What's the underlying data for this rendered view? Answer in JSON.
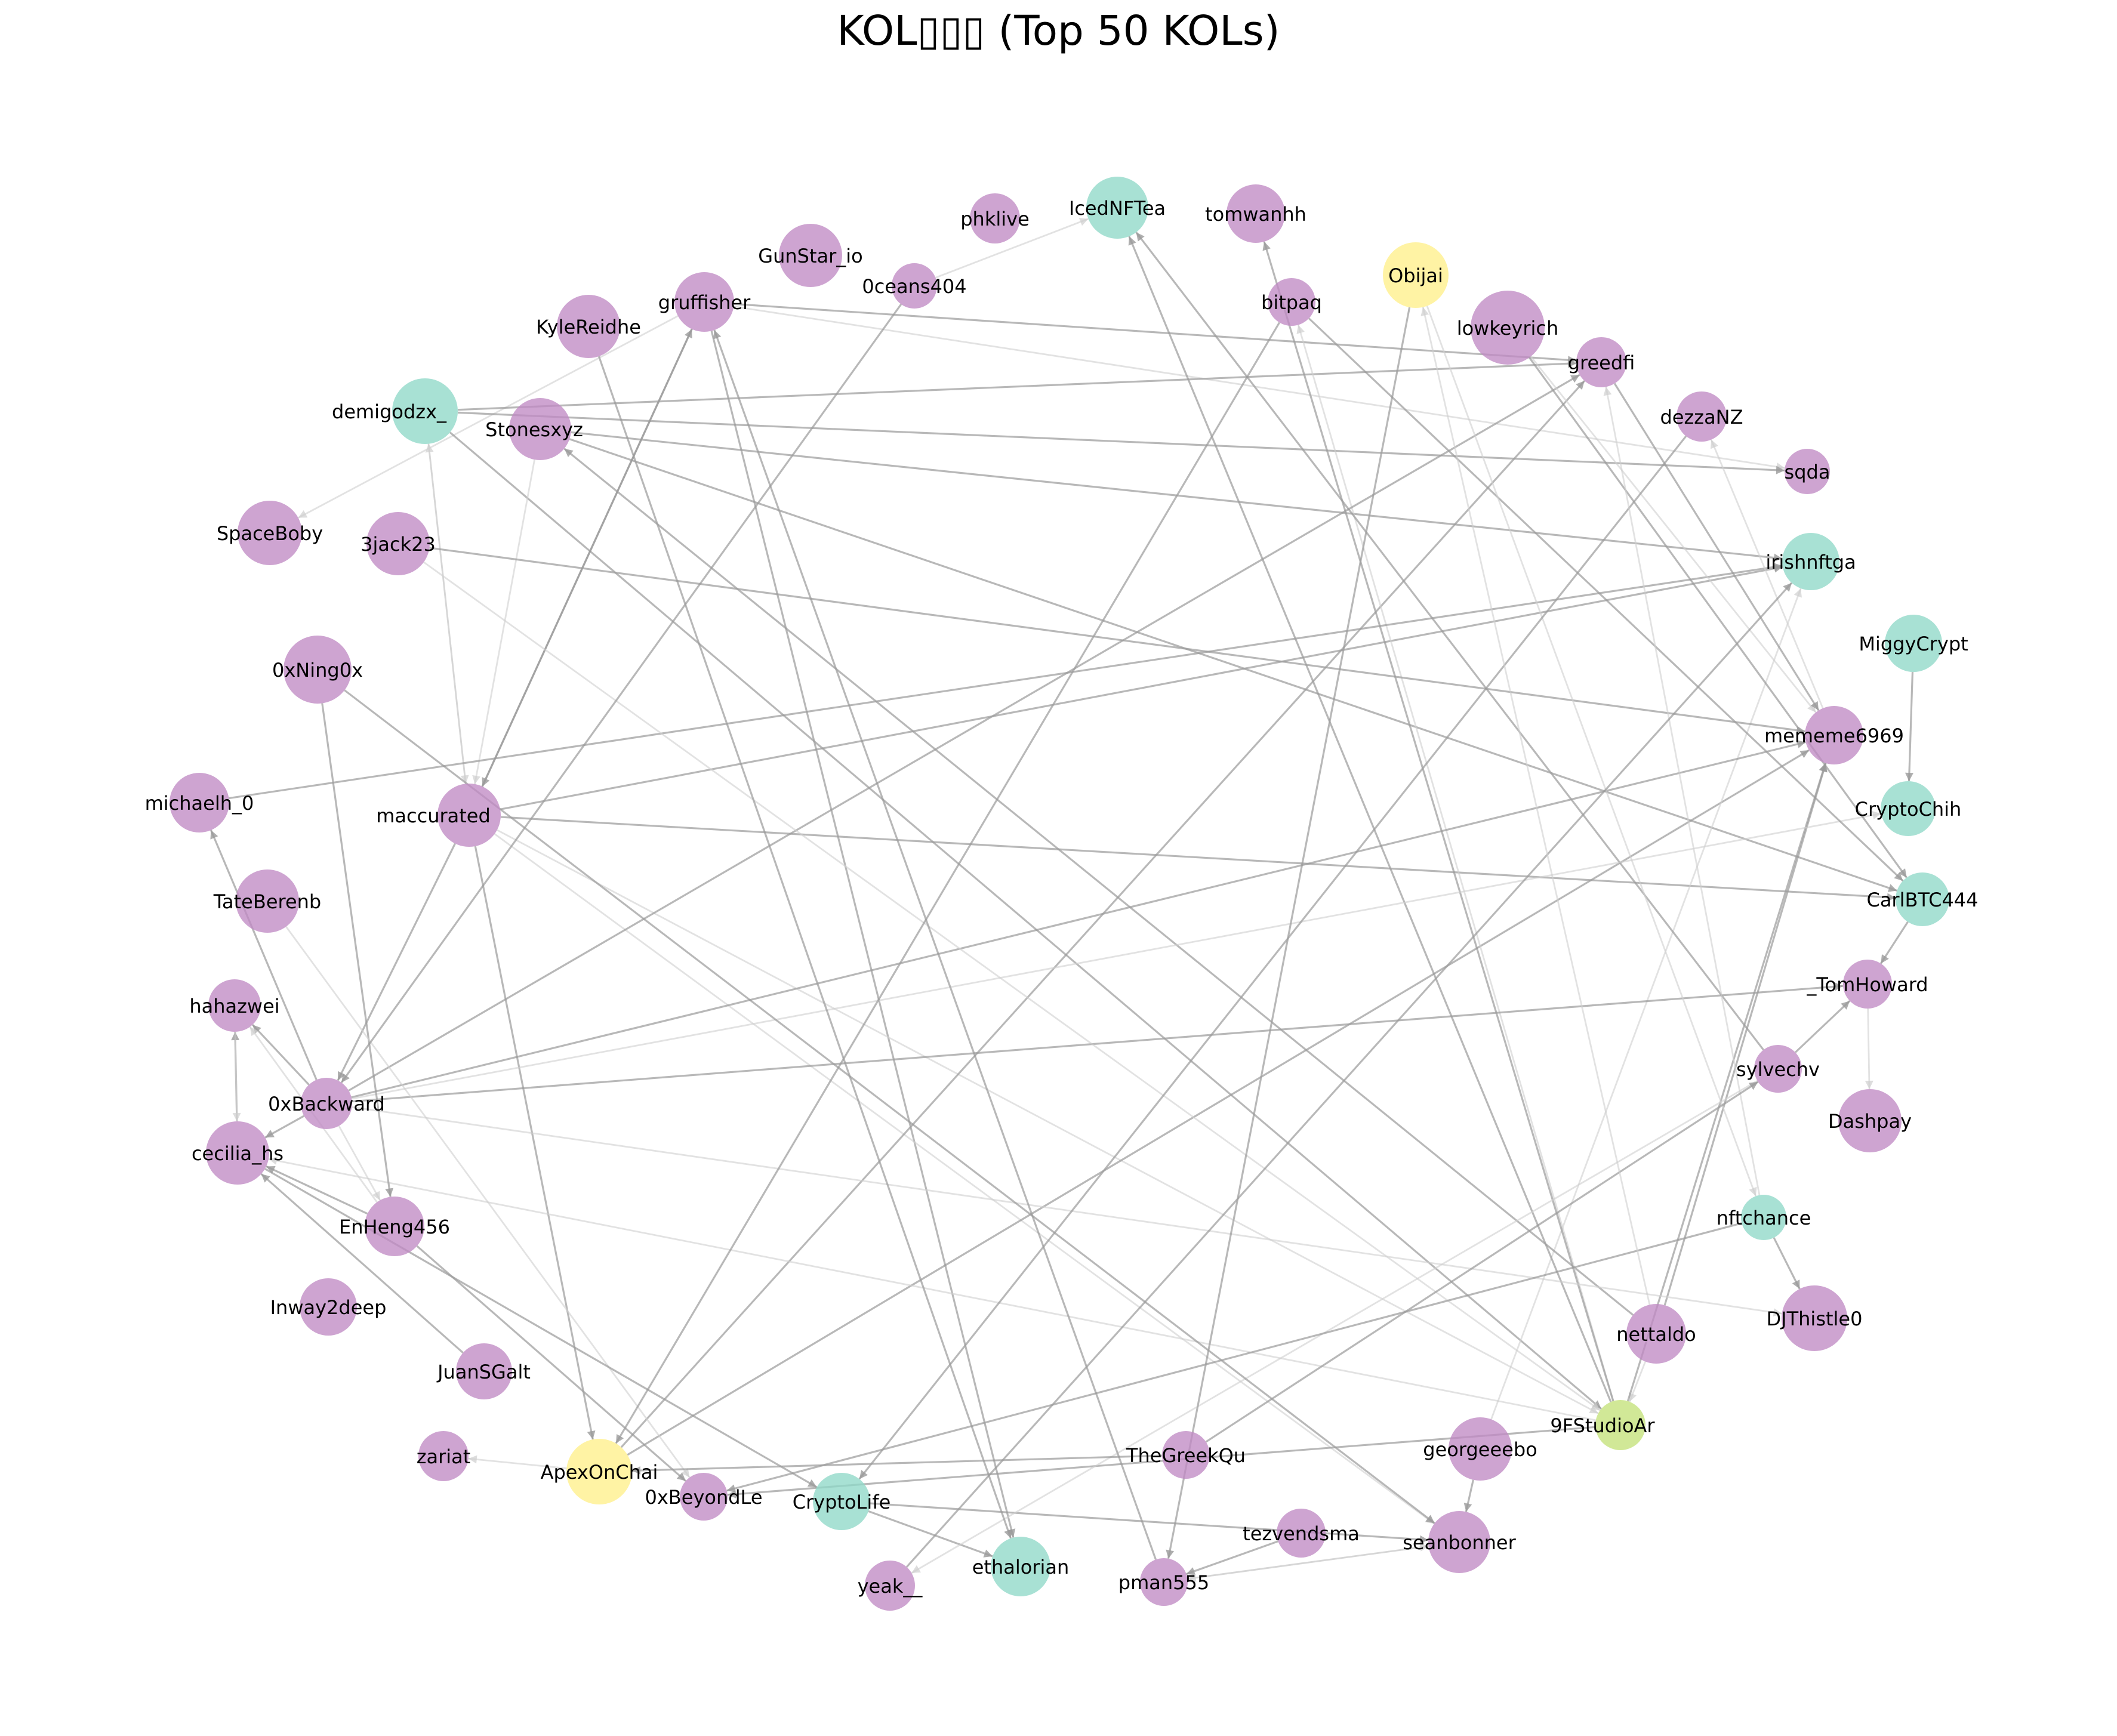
{
  "title": "KOL▯▯▯ (Top 50 KOLs)",
  "colors": {
    "purple": "#c08ac4",
    "teal": "#8fd8c8",
    "yellow": "#fff08a",
    "green": "#c4e27a",
    "edge_dark": "#9a9a9a",
    "edge_light": "#cfcfcf"
  },
  "nodes": [
    {
      "id": "phklive",
      "color": "purple"
    },
    {
      "id": "IcedNFTea",
      "color": "teal"
    },
    {
      "id": "tomwanhh",
      "color": "purple"
    },
    {
      "id": "GunStar_io",
      "color": "purple"
    },
    {
      "id": "0ceans404",
      "color": "purple"
    },
    {
      "id": "bitpaq",
      "color": "purple"
    },
    {
      "id": "Obijai",
      "color": "yellow"
    },
    {
      "id": "gruffisher",
      "color": "purple"
    },
    {
      "id": "KyleReidhe",
      "color": "purple"
    },
    {
      "id": "lowkeyrich",
      "color": "purple"
    },
    {
      "id": "greedfi",
      "color": "purple"
    },
    {
      "id": "demigodzx_",
      "color": "teal"
    },
    {
      "id": "Stonesxyz",
      "color": "purple"
    },
    {
      "id": "dezzaNZ",
      "color": "purple"
    },
    {
      "id": "sqda",
      "color": "purple"
    },
    {
      "id": "SpaceBoby",
      "color": "purple"
    },
    {
      "id": "3jack23",
      "color": "purple"
    },
    {
      "id": "irishnftga",
      "color": "teal"
    },
    {
      "id": "MiggyCrypt",
      "color": "teal"
    },
    {
      "id": "0xNing0x",
      "color": "purple"
    },
    {
      "id": "mememe6969",
      "color": "purple"
    },
    {
      "id": "michaelh_0",
      "color": "purple"
    },
    {
      "id": "maccurated",
      "color": "purple"
    },
    {
      "id": "CryptoChih",
      "color": "teal"
    },
    {
      "id": "TateBerenb",
      "color": "purple"
    },
    {
      "id": "CarlBTC444",
      "color": "teal"
    },
    {
      "id": "_TomHoward",
      "color": "purple"
    },
    {
      "id": "hahazwei",
      "color": "purple"
    },
    {
      "id": "0xBackward",
      "color": "purple"
    },
    {
      "id": "sylvechv",
      "color": "purple"
    },
    {
      "id": "Dashpay",
      "color": "purple"
    },
    {
      "id": "cecilia_hs",
      "color": "purple"
    },
    {
      "id": "nftchance",
      "color": "teal"
    },
    {
      "id": "EnHeng456",
      "color": "purple"
    },
    {
      "id": "DJThistle0",
      "color": "purple"
    },
    {
      "id": "Inway2deep",
      "color": "purple"
    },
    {
      "id": "nettaldo",
      "color": "purple"
    },
    {
      "id": "JuanSGalt",
      "color": "purple"
    },
    {
      "id": "9FStudioAr",
      "color": "green"
    },
    {
      "id": "georgeeebo",
      "color": "purple"
    },
    {
      "id": "zariat",
      "color": "purple"
    },
    {
      "id": "TheGreekQu",
      "color": "purple"
    },
    {
      "id": "ApexOnChai",
      "color": "yellow"
    },
    {
      "id": "0xBeyondLe",
      "color": "purple"
    },
    {
      "id": "CryptoLife",
      "color": "teal"
    },
    {
      "id": "tezvendsma",
      "color": "purple"
    },
    {
      "id": "seanbonner",
      "color": "purple"
    },
    {
      "id": "ethalorian",
      "color": "teal"
    },
    {
      "id": "yeak__",
      "color": "purple"
    },
    {
      "id": "pman555",
      "color": "purple"
    }
  ],
  "edges": [
    [
      "gruffisher",
      "greedfi"
    ],
    [
      "gruffisher",
      "sqda"
    ],
    [
      "gruffisher",
      "maccurated"
    ],
    [
      "gruffisher",
      "ethalorian"
    ],
    [
      "gruffisher",
      "SpaceBoby"
    ],
    [
      "maccurated",
      "gruffisher"
    ],
    [
      "demigodzx_",
      "greedfi"
    ],
    [
      "demigodzx_",
      "maccurated"
    ],
    [
      "demigodzx_",
      "9FStudioAr"
    ],
    [
      "demigodzx_",
      "sqda"
    ],
    [
      "maccurated",
      "demigodzx_"
    ],
    [
      "Stonesxyz",
      "irishnftga"
    ],
    [
      "Stonesxyz",
      "CarlBTC444"
    ],
    [
      "Stonesxyz",
      "maccurated"
    ],
    [
      "maccurated",
      "irishnftga"
    ],
    [
      "maccurated",
      "CarlBTC444"
    ],
    [
      "maccurated",
      "9FStudioAr"
    ],
    [
      "maccurated",
      "ApexOnChai"
    ],
    [
      "maccurated",
      "0xBackward"
    ],
    [
      "maccurated",
      "seanbonner"
    ],
    [
      "ApexOnChai",
      "greedfi"
    ],
    [
      "ApexOnChai",
      "mememe6969"
    ],
    [
      "ApexOnChai",
      "zariat"
    ],
    [
      "CryptoLife",
      "ethalorian"
    ],
    [
      "CryptoLife",
      "seanbonner"
    ],
    [
      "georgeeebo",
      "irishnftga"
    ],
    [
      "georgeeebo",
      "seanbonner"
    ],
    [
      "nettaldo",
      "mememe6969"
    ],
    [
      "nettaldo",
      "9FStudioAr"
    ],
    [
      "nettaldo",
      "Stonesxyz"
    ],
    [
      "9FStudioAr",
      "mememe6969"
    ],
    [
      "9FStudioAr",
      "bitpaq"
    ],
    [
      "9FStudioAr",
      "IcedNFTea"
    ],
    [
      "9FStudioAr",
      "0xBeyondLe"
    ],
    [
      "9FStudioAr",
      "cecilia_hs"
    ],
    [
      "9FStudioAr",
      "tomwanhh"
    ],
    [
      "sylvechv",
      "IcedNFTea"
    ],
    [
      "sylvechv",
      "yeak__"
    ],
    [
      "sylvechv",
      "_TomHoward"
    ],
    [
      "0xBackward",
      "mememe6969"
    ],
    [
      "0xBackward",
      "CryptoChih"
    ],
    [
      "0xBackward",
      "greedfi"
    ],
    [
      "0xBackward",
      "cecilia_hs"
    ],
    [
      "0xBackward",
      "EnHeng456"
    ],
    [
      "0xBackward",
      "michaelh_0"
    ],
    [
      "0xBackward",
      "hahazwei"
    ],
    [
      "0xBackward",
      "DJThistle0"
    ],
    [
      "0xBackward",
      "_TomHoward"
    ],
    [
      "EnHeng456",
      "cecilia_hs"
    ],
    [
      "EnHeng456",
      "hahazwei"
    ],
    [
      "EnHeng456",
      "0xBeyondLe"
    ],
    [
      "cecilia_hs",
      "hahazwei"
    ],
    [
      "hahazwei",
      "cecilia_hs"
    ],
    [
      "0xNing0x",
      "EnHeng456"
    ],
    [
      "0xNing0x",
      "seanbonner"
    ],
    [
      "TateBerenb",
      "0xBeyondLe"
    ],
    [
      "michaelh_0",
      "irishnftga"
    ],
    [
      "3jack23",
      "mememe6969"
    ],
    [
      "3jack23",
      "9FStudioAr"
    ],
    [
      "KyleReidhe",
      "ethalorian"
    ],
    [
      "0ceans404",
      "0xBackward"
    ],
    [
      "0ceans404",
      "IcedNFTea"
    ],
    [
      "bitpaq",
      "CarlBTC444"
    ],
    [
      "bitpaq",
      "ApexOnChai"
    ],
    [
      "Obijai",
      "nftchance"
    ],
    [
      "Obijai",
      "pman555"
    ],
    [
      "lowkeyrich",
      "CarlBTC444"
    ],
    [
      "lowkeyrich",
      "mememe6969"
    ],
    [
      "greedfi",
      "mememe6969"
    ],
    [
      "dezzaNZ",
      "CryptoLife"
    ],
    [
      "mememe6969",
      "dezzaNZ"
    ],
    [
      "MiggyCrypt",
      "CryptoChih"
    ],
    [
      "CarlBTC444",
      "_TomHoward"
    ],
    [
      "_TomHoward",
      "Dashpay"
    ],
    [
      "nftchance",
      "DJThistle0"
    ],
    [
      "nftchance",
      "0xBeyondLe"
    ],
    [
      "nftchance",
      "greedfi"
    ],
    [
      "TheGreekQu",
      "sylvechv"
    ],
    [
      "TheGreekQu",
      "ApexOnChai"
    ],
    [
      "pman555",
      "seanbonner"
    ],
    [
      "JuanSGalt",
      "cecilia_hs"
    ],
    [
      "tezvendsma",
      "pman555"
    ],
    [
      "seanbonner",
      "pman555"
    ],
    [
      "yeak__",
      "irishnftga"
    ],
    [
      "pman555",
      "gruffisher"
    ],
    [
      "nettaldo",
      "Obijai"
    ],
    [
      "cecilia_hs",
      "CryptoLife"
    ]
  ]
}
